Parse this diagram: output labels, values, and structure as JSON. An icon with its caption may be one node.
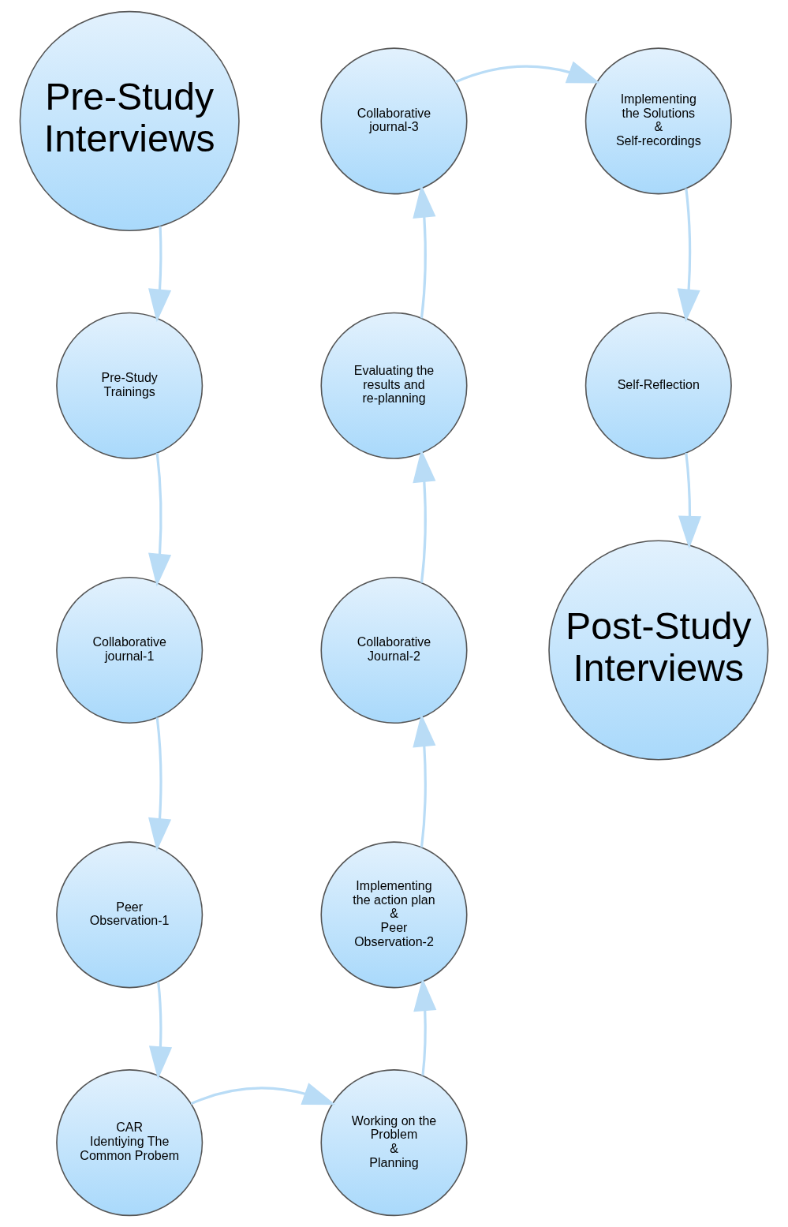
{
  "diagram": {
    "nodes": [
      {
        "text": [
          "Pre-Study Interviews"
        ]
      },
      {
        "text": [
          "Collaborative journal-3"
        ]
      },
      {
        "text": [
          "Implementing  the Solutions",
          "&",
          "Self-recordings"
        ]
      },
      {
        "text": [
          "Pre-Study Trainings"
        ]
      },
      {
        "text": [
          "Evaluating the results and",
          "re-planning"
        ]
      },
      {
        "text": [
          "Self-Reflection"
        ]
      },
      {
        "text": [
          "Collaborative journal-1"
        ]
      },
      {
        "text": [
          "Collaborative Journal-2"
        ]
      },
      {
        "text": [
          "Post-Study Interviews"
        ]
      },
      {
        "text": [
          "Peer Observation-1"
        ]
      },
      {
        "text": [
          "Implementing  the action plan",
          "&",
          "Peer Observation-2"
        ]
      },
      {
        "text": [
          "CAR",
          "Identiying The Common Probem"
        ]
      },
      {
        "text": [
          "Working on the Problem",
          "&",
          "Planning"
        ]
      }
    ],
    "edges": [
      {
        "from": 0,
        "to": 3,
        "arrow": "to"
      },
      {
        "from": 3,
        "to": 6,
        "arrow": "to"
      },
      {
        "from": 6,
        "to": 9,
        "arrow": "to"
      },
      {
        "from": 9,
        "to": 11,
        "arrow": "to"
      },
      {
        "from": 11,
        "to": 12,
        "arrow": "to"
      },
      {
        "from": 12,
        "to": 10,
        "arrow": "to"
      },
      {
        "from": 10,
        "to": 7,
        "arrow": "to"
      },
      {
        "from": 7,
        "to": 4,
        "arrow": "to"
      },
      {
        "from": 4,
        "to": 1,
        "arrow": "to"
      },
      {
        "from": 1,
        "to": 2,
        "arrow": "to"
      },
      {
        "from": 2,
        "to": 5,
        "arrow": "to"
      },
      {
        "from": 5,
        "to": 8,
        "arrow": "to"
      }
    ]
  }
}
